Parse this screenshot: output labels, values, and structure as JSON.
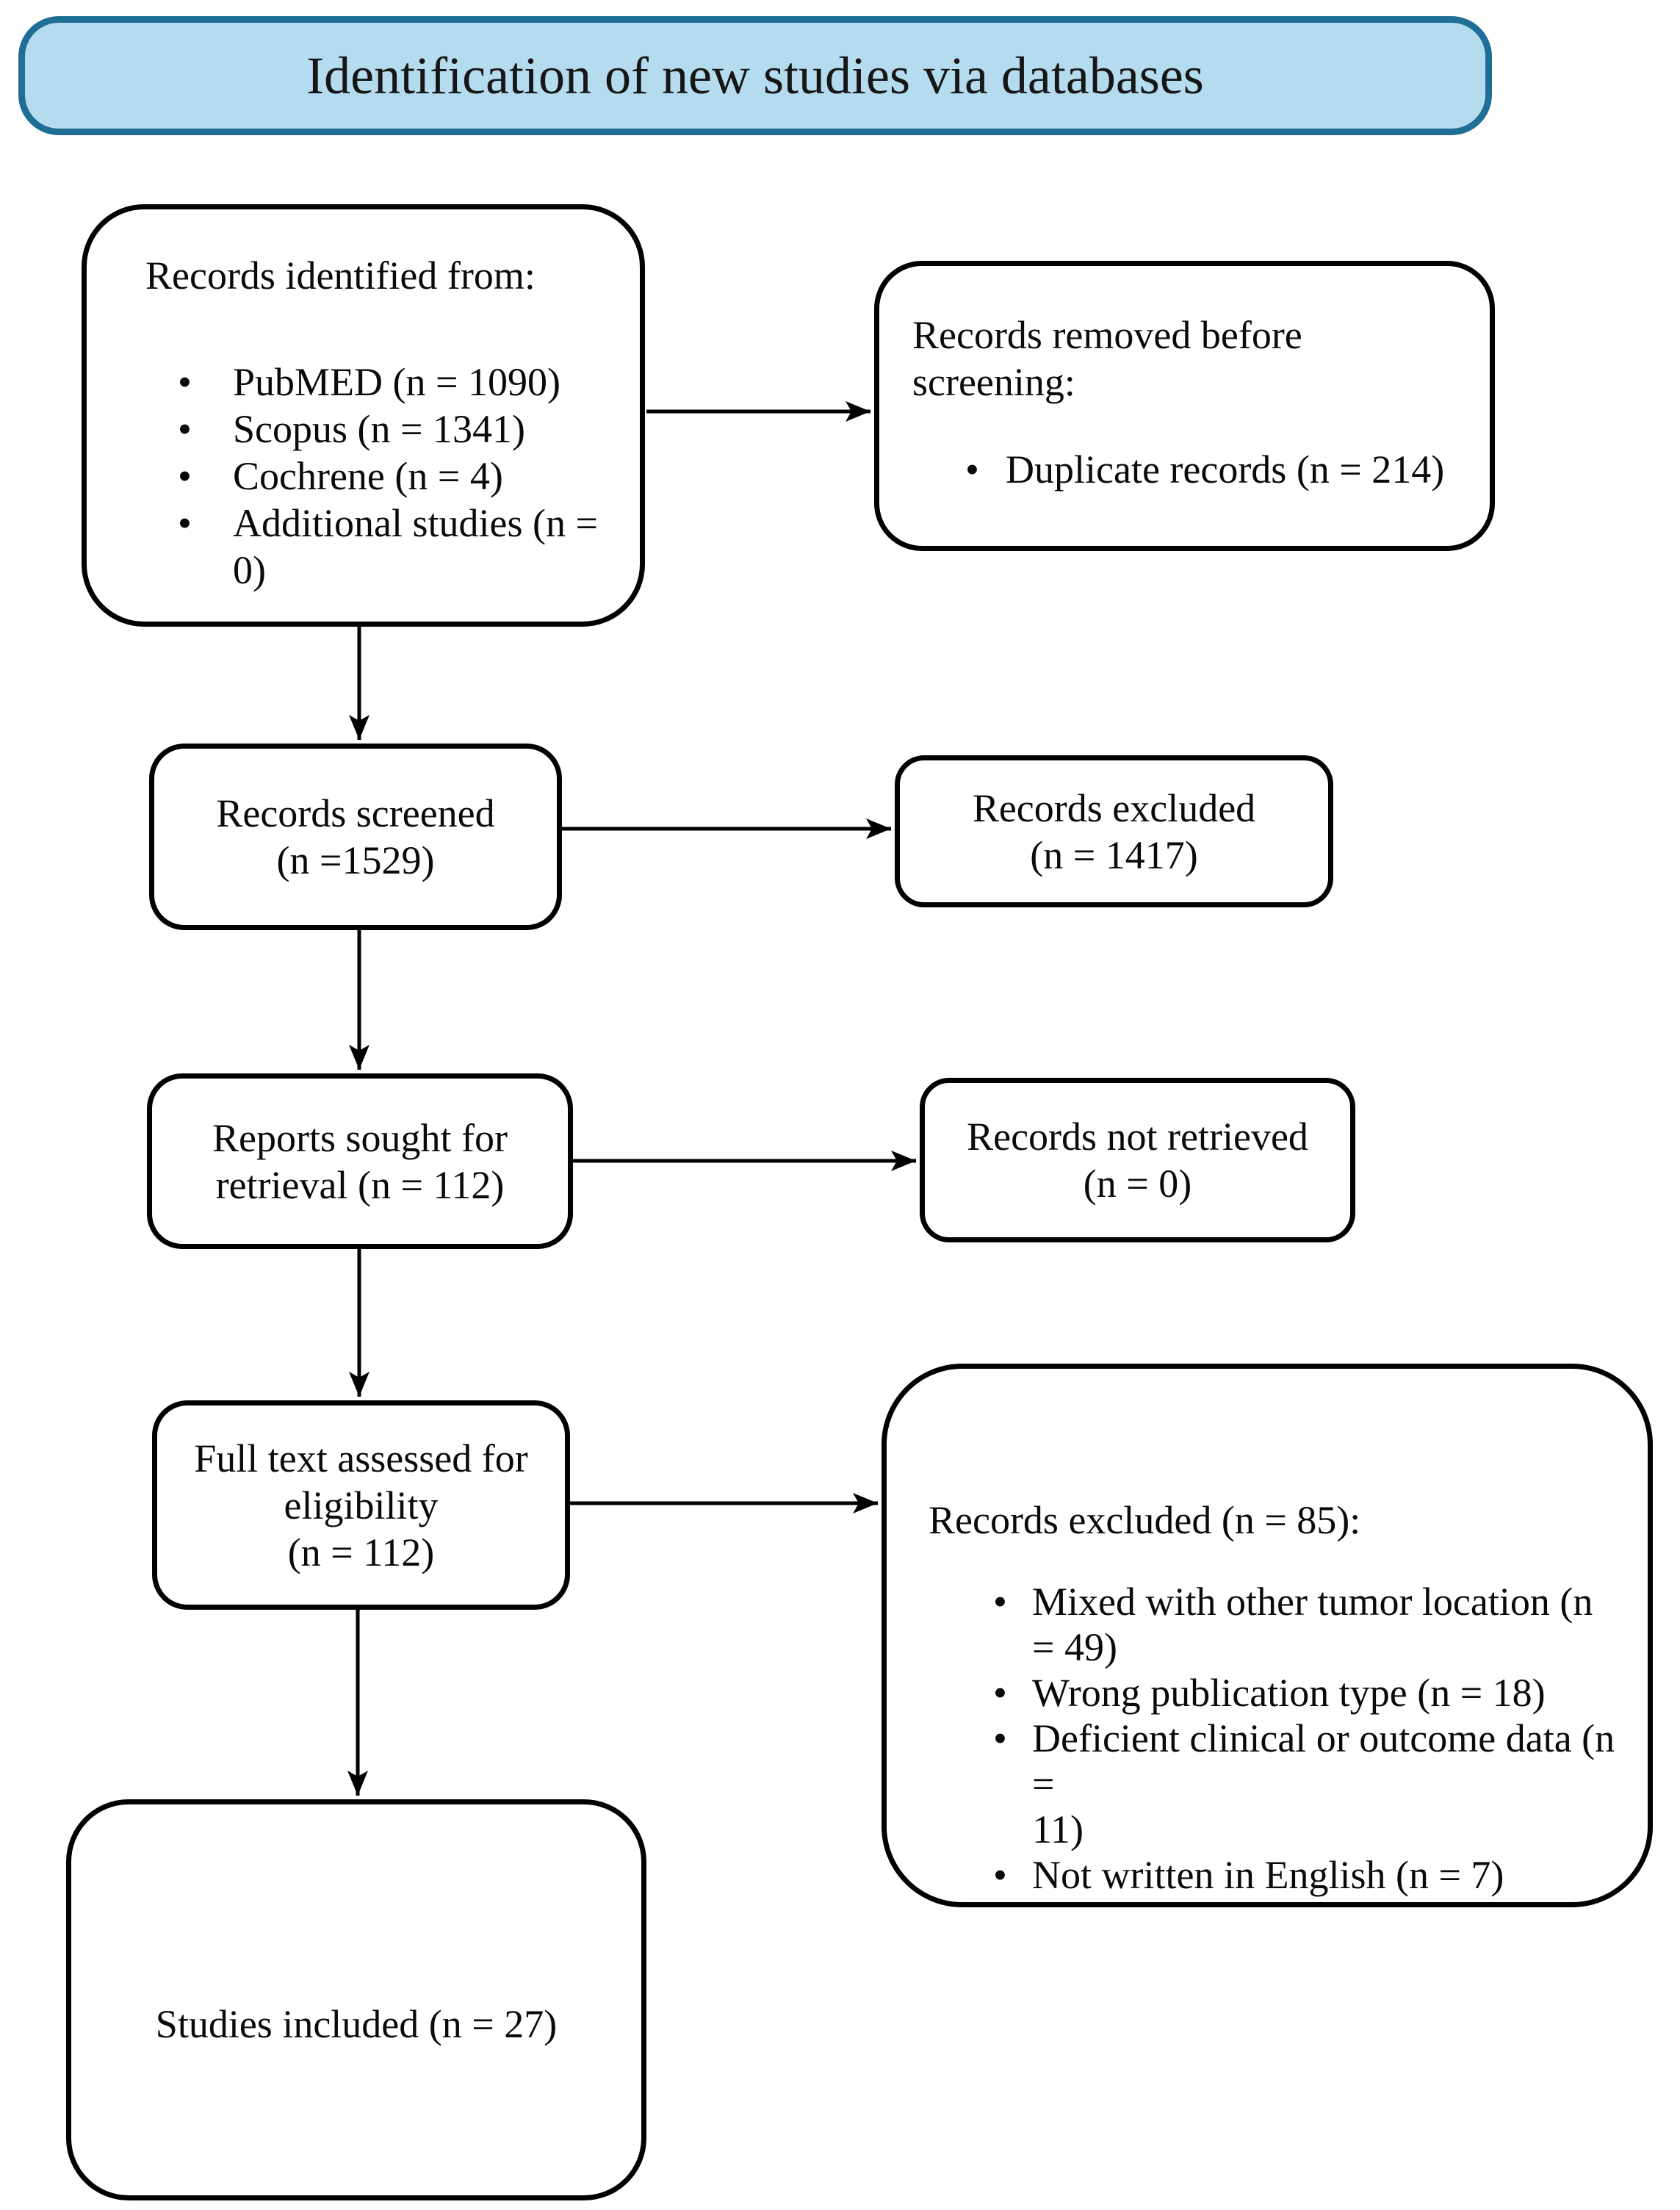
{
  "title": "Identification of new studies via databases",
  "colors": {
    "title_fill": "#b5dcee",
    "title_border": "#1f6e96",
    "box_fill": "#ffffff",
    "box_border": "#000000",
    "arrow": "#000000",
    "text": "#0a0a0a"
  },
  "boxes": {
    "records_identified": {
      "heading": "Records identified from:",
      "bullets": [
        "PubMED (n = 1090)",
        "Scopus (n = 1341)",
        "Cochrene (n = 4)",
        "Additional studies (n = 0)"
      ]
    },
    "records_removed": {
      "heading": "Records removed before\nscreening:",
      "bullets": [
        "Duplicate records (n = 214)"
      ]
    },
    "records_screened": {
      "text": "Records screened\n(n =1529)"
    },
    "records_excluded": {
      "text": "Records excluded\n(n = 1417)"
    },
    "reports_sought": {
      "text": "Reports sought for\nretrieval (n = 112)"
    },
    "records_not_retrieved": {
      "text": "Records not retrieved\n(n = 0)"
    },
    "full_text_assessed": {
      "text": "Full text assessed for\neligibility\n(n = 112)"
    },
    "records_excluded_fulltext": {
      "heading": "Records excluded (n = 85):",
      "bullets": [
        "Mixed with other tumor location (n\n= 49)",
        "Wrong publication type (n = 18)",
        "Deficient clinical or outcome data (n =\n11)",
        "Not written in English (n = 7)"
      ]
    },
    "studies_included": {
      "text": "Studies included (n = 27)"
    }
  }
}
